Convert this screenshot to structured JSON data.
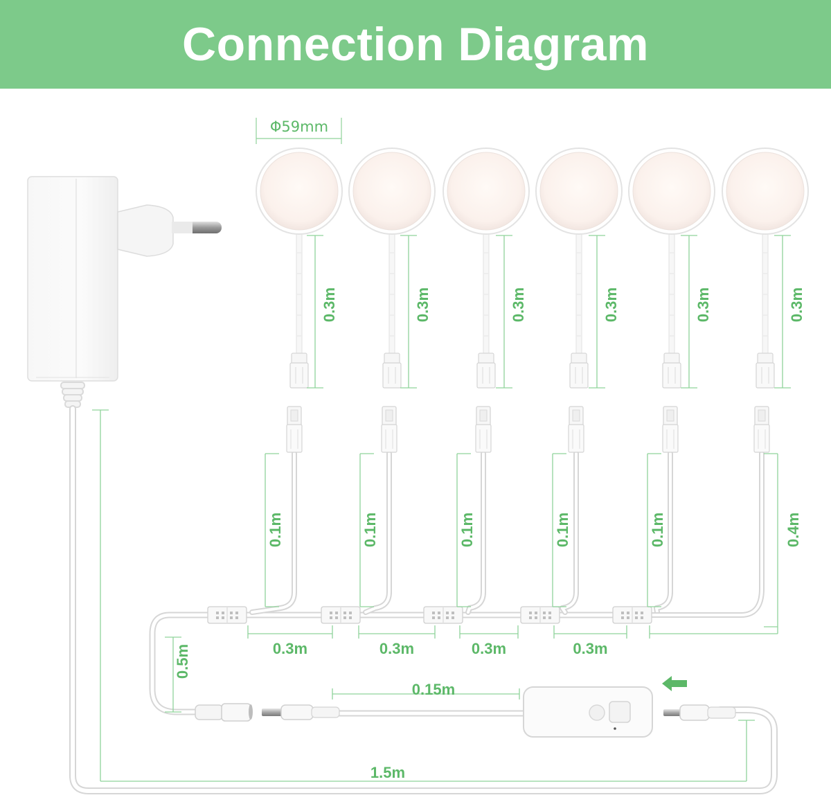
{
  "title": "Connection Diagram",
  "diameter_label": "Φ59mm",
  "puck_cable_length": "0.3m",
  "branch_labels": [
    "0.1m",
    "0.1m",
    "0.1m",
    "0.1m",
    "0.1m",
    "0.4m"
  ],
  "splitter_spacing_labels": [
    "0.3m",
    "0.3m",
    "0.3m",
    "0.3m"
  ],
  "lead_length_label": "0.5m",
  "switch_cable_label": "0.15m",
  "adapter_cable_label": "1.5m",
  "colors": {
    "accent_green": "#5cb868",
    "header_green": "#7dca8a",
    "cable_gray": "#d8d8d8"
  }
}
